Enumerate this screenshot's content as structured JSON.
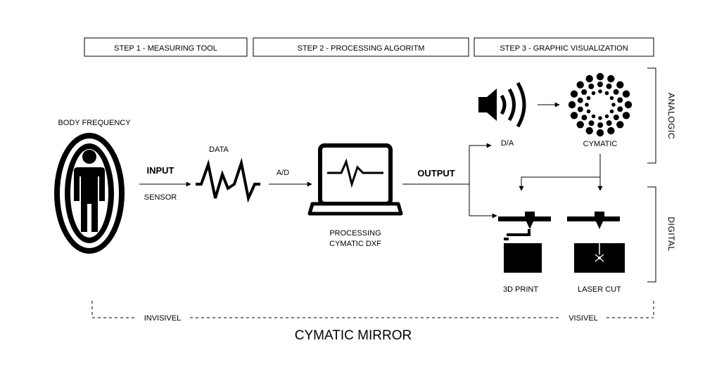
{
  "steps": [
    "STEP 1 - MEASURING TOOL",
    "STEP 2 - PROCESSING ALGORITM",
    "STEP 3 - GRAPHIC VISUALIZATION"
  ],
  "labels": {
    "body_frequency": "BODY FREQUENCY",
    "input": "INPUT",
    "sensor": "SENSOR",
    "data": "DATA",
    "ad": "A/D",
    "processing_line1": "PROCESSING",
    "processing_line2": "CYMATIC DXF",
    "output": "OUTPUT",
    "da": "D/A",
    "cymatic": "CYMATIC",
    "print_3d": "3D PRINT",
    "laser_cut": "LASER CUT",
    "invisivel": "INVISIVEL",
    "visivel": "VISIVEL",
    "analogic": "ANALOGIC",
    "digital": "DIGITAL"
  },
  "title": "CYMATIC MIRROR",
  "icons": {
    "body": "person-aura-icon",
    "waveform": "waveform-icon",
    "laptop": "laptop-icon",
    "speaker": "speaker-icon",
    "cymatic": "cymatic-pattern-icon",
    "printer": "3d-printer-icon",
    "laser": "laser-cutter-icon"
  },
  "colors": {
    "ink": "#000000",
    "background": "#ffffff"
  }
}
